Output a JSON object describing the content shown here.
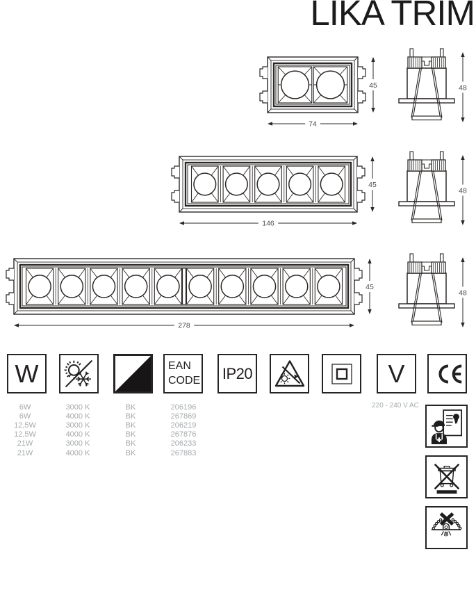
{
  "title": "LIKA TRIM",
  "drawings": {
    "small": {
      "modules": 2,
      "width_mm": "74",
      "height_mm": "45",
      "depth_mm": "48"
    },
    "medium": {
      "modules": 5,
      "width_mm": "146",
      "height_mm": "45",
      "depth_mm": "48"
    },
    "large": {
      "modules": 10,
      "width_mm": "278",
      "height_mm": "45",
      "depth_mm": "48"
    }
  },
  "spec_icons": [
    {
      "name": "wattage-icon",
      "label": "W"
    },
    {
      "name": "color-temperature-icon"
    },
    {
      "name": "finish-icon"
    },
    {
      "name": "ean-code-icon",
      "line1": "EAN",
      "line2": "CODE"
    },
    {
      "name": "ip-rating-icon",
      "label": "IP20"
    },
    {
      "name": "photobiological-warning-icon"
    },
    {
      "name": "class-ii-insulation-icon"
    },
    {
      "name": "voltage-icon",
      "label": "V"
    },
    {
      "name": "ce-mark-icon",
      "label": "CE"
    }
  ],
  "variants": [
    {
      "wattage": "6W",
      "temperature": "3000 K",
      "finish": "BK",
      "ean": "206196"
    },
    {
      "wattage": "6W",
      "temperature": "4000 K",
      "finish": "BK",
      "ean": "267869"
    },
    {
      "wattage": "12,5W",
      "temperature": "3000 K",
      "finish": "BK",
      "ean": "206219"
    },
    {
      "wattage": "12,5W",
      "temperature": "4000 K",
      "finish": "BK",
      "ean": "267876"
    },
    {
      "wattage": "21W",
      "temperature": "3000 K",
      "finish": "BK",
      "ean": "206233"
    },
    {
      "wattage": "21W",
      "temperature": "4000 K",
      "finish": "BK",
      "ean": "267883"
    }
  ],
  "voltage_note": "220 - 240 V AC",
  "safety_icons": [
    {
      "name": "qualified-installer-icon"
    },
    {
      "name": "weee-disposal-icon"
    },
    {
      "name": "no-insulation-cover-icon"
    }
  ],
  "colors": {
    "line": "#2b2827",
    "dim_text": "#4d4e50",
    "table_text": "#a6a9ab"
  }
}
